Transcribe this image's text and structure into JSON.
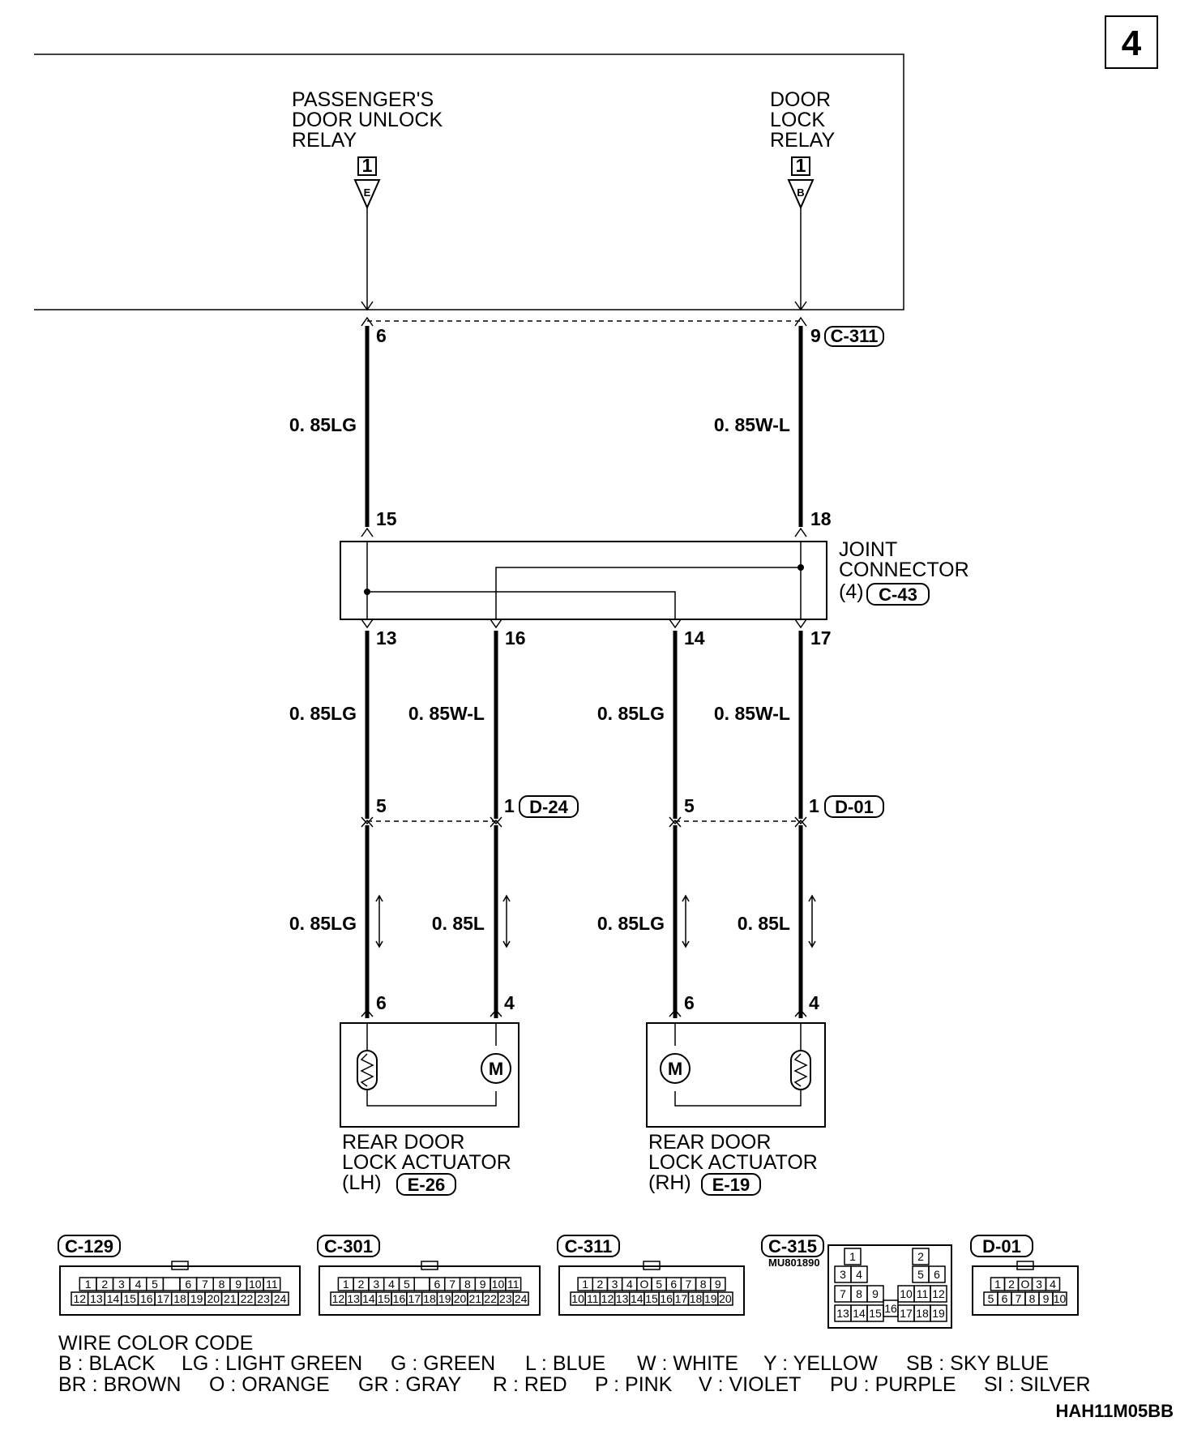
{
  "page_number": "4",
  "components": {
    "passenger_relay": {
      "lines": [
        "PASSENGER'S",
        "DOOR UNLOCK",
        "RELAY"
      ],
      "pin": "1",
      "ref": "E"
    },
    "door_lock_relay": {
      "lines": [
        "DOOR",
        "LOCK",
        "RELAY"
      ],
      "pin": "1",
      "ref": "B"
    },
    "joint_connector": {
      "lines": [
        "JOINT",
        "CONNECTOR",
        "(4)"
      ],
      "connector": "C-43"
    },
    "rear_lh": {
      "lines": [
        "REAR DOOR",
        "LOCK ACTUATOR",
        "(LH)"
      ],
      "connector": "E-26"
    },
    "rear_rh": {
      "lines": [
        "REAR DOOR",
        "LOCK ACTUATOR",
        "(RH)"
      ],
      "connector": "E-19"
    }
  },
  "pins": {
    "c311_left": "6",
    "c311_right": "9",
    "c311_conn": "C-311",
    "jc_in_left": "15",
    "jc_in_right": "18",
    "jc_out_13": "13",
    "jc_out_16": "16",
    "jc_out_14": "14",
    "jc_out_17": "17",
    "d24_left": "5",
    "d24_right": "1",
    "d24_conn": "D-24",
    "d01_left": "5",
    "d01_right": "1",
    "d01_conn": "D-01",
    "lh_left": "6",
    "lh_right": "4",
    "rh_left": "6",
    "rh_right": "4"
  },
  "wires": {
    "top_left": "0. 85LG",
    "top_right": "0. 85W-L",
    "mid_1": "0. 85LG",
    "mid_2": "0. 85W-L",
    "mid_3": "0. 85LG",
    "mid_4": "0. 85W-L",
    "bot_1": "0. 85LG",
    "bot_2": "0. 85L",
    "bot_3": "0. 85LG",
    "bot_4": "0. 85L"
  },
  "connector_views": {
    "c129": {
      "name": "C-129",
      "top": [
        "1",
        "2",
        "3",
        "4",
        "5",
        "",
        "6",
        "7",
        "8",
        "9",
        "10",
        "11"
      ],
      "bottom": [
        "12",
        "13",
        "14",
        "15",
        "16",
        "17",
        "18",
        "19",
        "20",
        "21",
        "22",
        "23",
        "24"
      ]
    },
    "c301": {
      "name": "C-301",
      "top": [
        "1",
        "2",
        "3",
        "4",
        "5",
        "",
        "6",
        "7",
        "8",
        "9",
        "10",
        "11"
      ],
      "bottom": [
        "12",
        "13",
        "14",
        "15",
        "16",
        "17",
        "18",
        "19",
        "20",
        "21",
        "22",
        "23",
        "24"
      ]
    },
    "c311": {
      "name": "C-311",
      "top": [
        "1",
        "2",
        "3",
        "4",
        "O",
        "5",
        "6",
        "7",
        "8",
        "9"
      ],
      "bottom": [
        "10",
        "11",
        "12",
        "13",
        "14",
        "15",
        "16",
        "17",
        "18",
        "19",
        "20"
      ]
    },
    "c315": {
      "name": "C-315",
      "part": "MU801890",
      "cells": [
        "1",
        "2",
        "3",
        "4",
        "5",
        "6",
        "7",
        "8",
        "9",
        "10",
        "11",
        "12",
        "13",
        "14",
        "15",
        "16",
        "17",
        "18",
        "19"
      ]
    },
    "d01": {
      "name": "D-01",
      "top": [
        "1",
        "2",
        "O",
        "3",
        "4"
      ],
      "bottom": [
        "5",
        "6",
        "7",
        "8",
        "9",
        "10"
      ]
    }
  },
  "wire_color_code": {
    "title": "WIRE COLOR CODE",
    "row1": [
      "B : BLACK",
      "LG : LIGHT GREEN",
      "G : GREEN",
      "L : BLUE",
      "W : WHITE",
      "Y : YELLOW",
      "SB : SKY BLUE"
    ],
    "row2": [
      "BR : BROWN",
      "O : ORANGE",
      "GR : GRAY",
      "R : RED",
      "P : PINK",
      "V : VIOLET",
      "PU : PURPLE",
      "SI : SILVER"
    ]
  },
  "footer_code": "HAH11M05BB"
}
